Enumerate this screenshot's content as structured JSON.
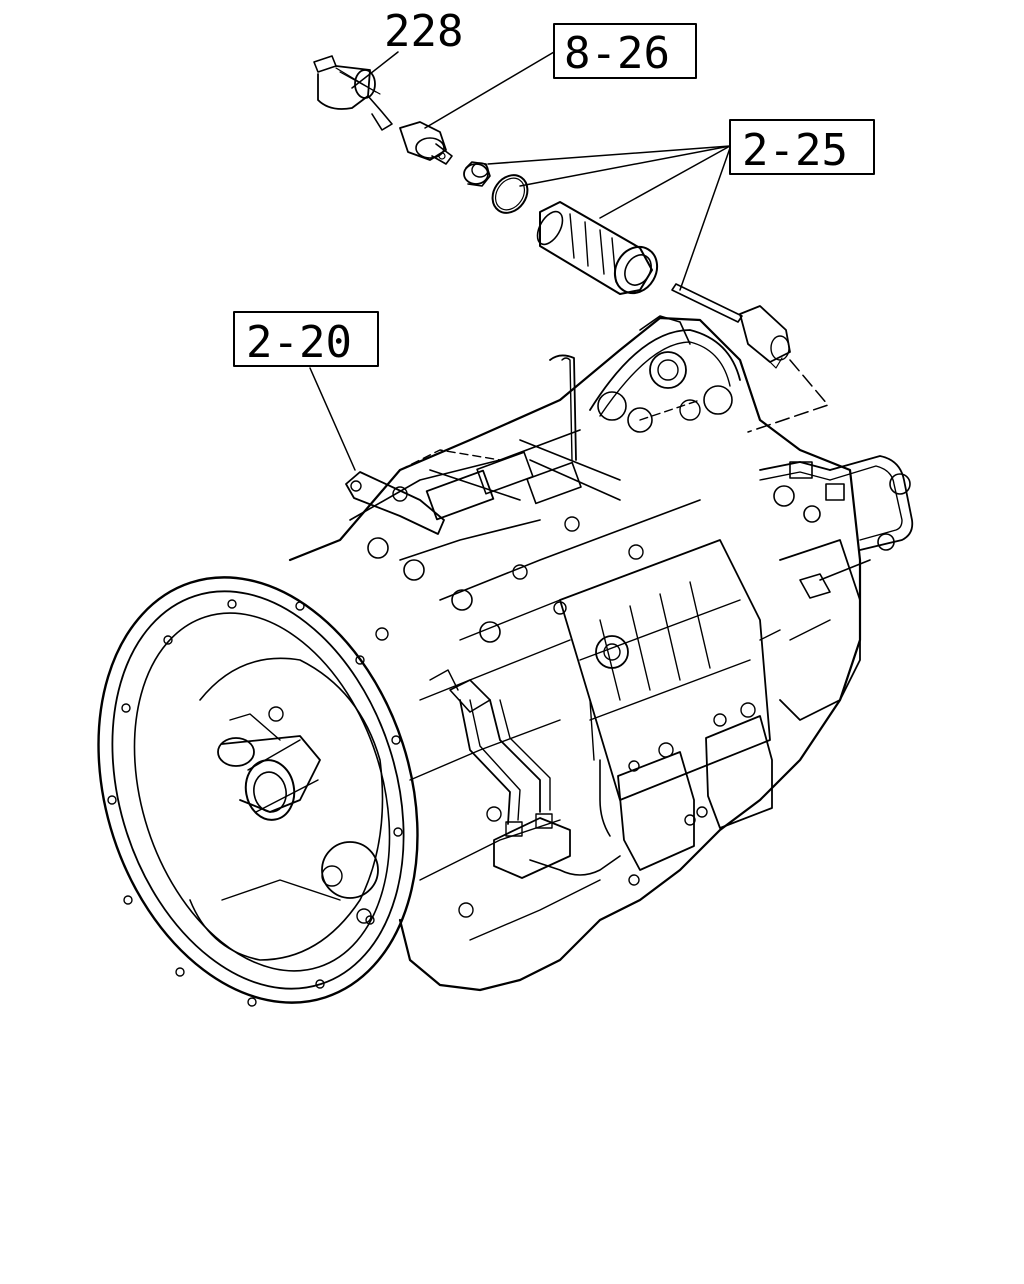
{
  "callouts": {
    "part_228": "228",
    "ref_8_26": "8-26",
    "ref_2_25": "2-25",
    "ref_2_20": "2-20"
  },
  "colors": {
    "ink": "#000000",
    "paper": "#ffffff"
  }
}
